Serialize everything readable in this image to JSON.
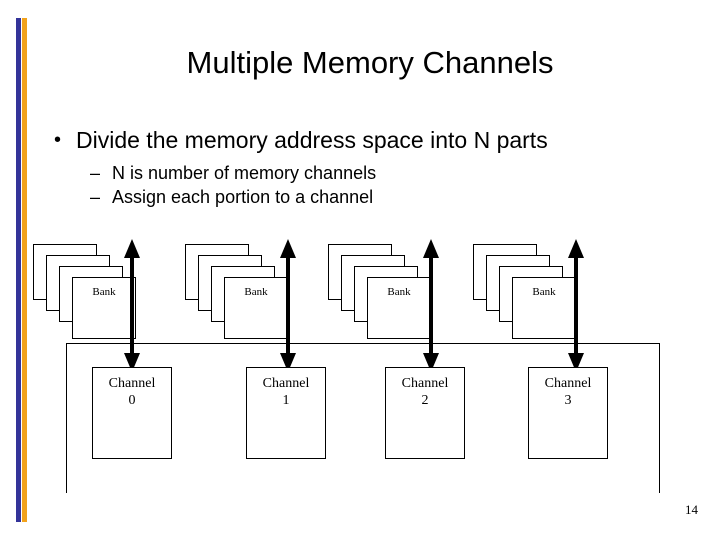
{
  "slide": {
    "title": "Multiple Memory Channels",
    "page_number": "14",
    "accent_blue": "#333399",
    "accent_orange": "#F2A21C",
    "background": "#ffffff",
    "line_color": "#000000"
  },
  "bullets": {
    "level1": "Divide the memory address space into N parts",
    "level1_marker": "•",
    "level2_marker": "–",
    "level2": [
      "N is number of memory channels",
      "Assign each portion to a channel"
    ]
  },
  "diagram": {
    "bank_label": "Bank",
    "bank_cards_per_stack": 4,
    "channel_word": "Channel",
    "columns": [
      {
        "bank_label": "Bank",
        "channel_word": "Channel",
        "channel_number": "0"
      },
      {
        "bank_label": "Bank",
        "channel_word": "Channel",
        "channel_number": "1"
      },
      {
        "bank_label": "Bank",
        "channel_word": "Channel",
        "channel_number": "2"
      },
      {
        "bank_label": "Bank",
        "channel_word": "Channel",
        "channel_number": "3"
      }
    ]
  }
}
